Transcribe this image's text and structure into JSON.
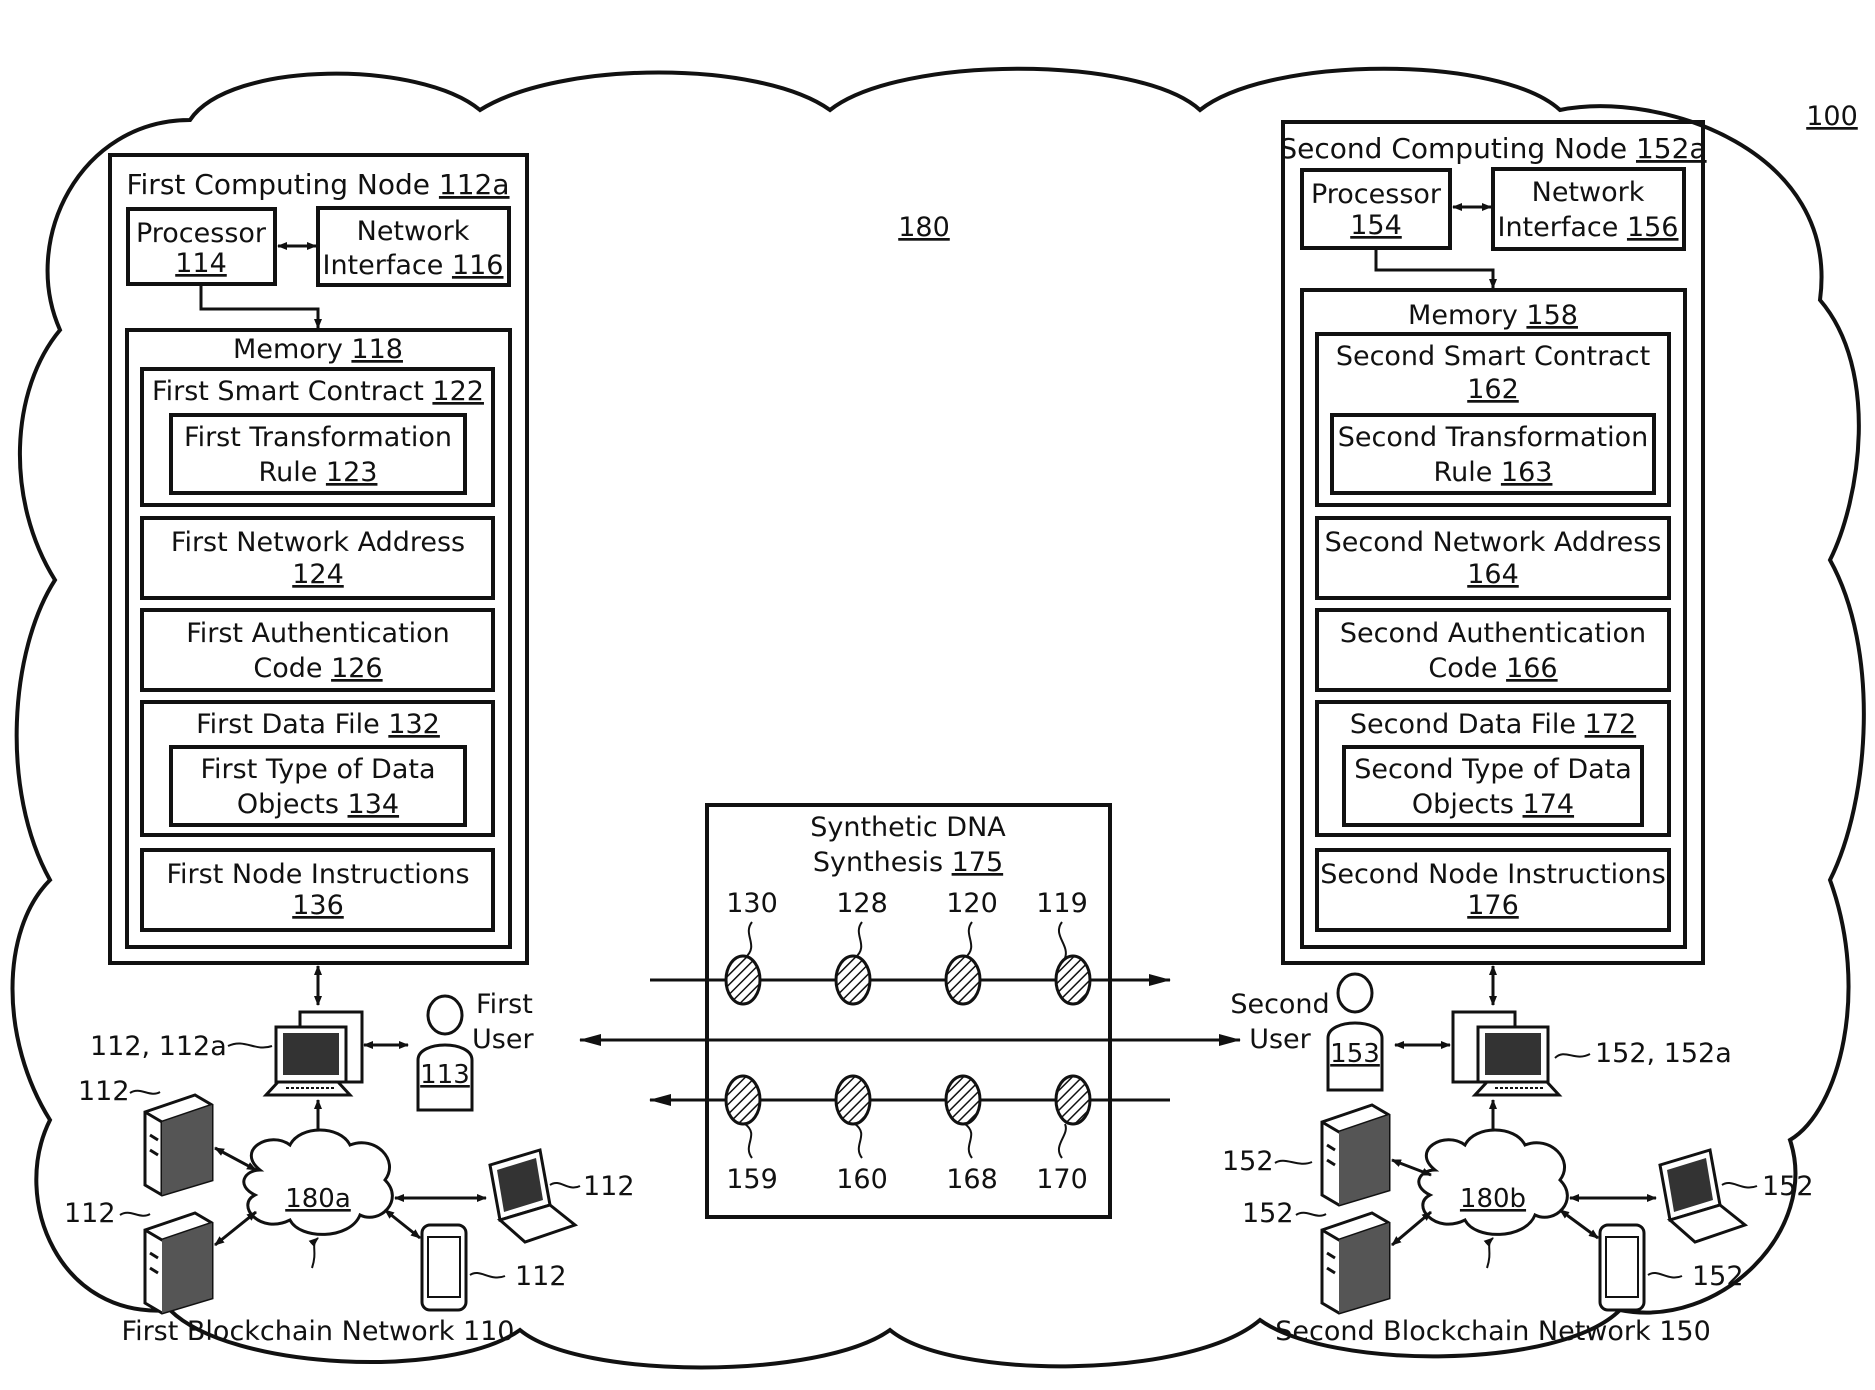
{
  "figure": {
    "ref": "100",
    "network_ref": "180"
  },
  "left": {
    "node_title": "First Computing Node ",
    "node_title_ref": "112a",
    "processor_label": "Processor",
    "processor_ref": "114",
    "netif_label": "Network",
    "netif_label2": "Interface ",
    "netif_ref": "116",
    "memory_label": "Memory ",
    "memory_ref": "118",
    "contract_label": "First Smart Contract ",
    "contract_ref": "122",
    "rule_label": "First Transformation",
    "rule_label2": "Rule ",
    "rule_ref": "123",
    "address_label": "First Network Address",
    "address_ref": "124",
    "auth_label": "First Authentication",
    "auth_label2": "Code ",
    "auth_ref": "126",
    "datafile_label": "First Data File ",
    "datafile_ref": "132",
    "dtype_label": "First Type of Data",
    "dtype_label2": "Objects ",
    "dtype_ref": "134",
    "instr_label": "First Node Instructions",
    "instr_ref": "136",
    "computer_label": "112, 112a",
    "device_ref": "112",
    "user_label": "First",
    "user_label2": "User",
    "user_ref": "113",
    "cloud_ref": "180a",
    "network_label": "First Blockchain Network 110"
  },
  "right": {
    "node_title": "Second Computing Node ",
    "node_title_ref": "152a",
    "processor_label": "Processor",
    "processor_ref": "154",
    "netif_label": "Network",
    "netif_label2": "Interface ",
    "netif_ref": "156",
    "memory_label": "Memory ",
    "memory_ref": "158",
    "contract_label": "Second Smart Contract",
    "contract_ref": "162",
    "rule_label": "Second Transformation",
    "rule_label2": "Rule ",
    "rule_ref": "163",
    "address_label": "Second Network Address",
    "address_ref": "164",
    "auth_label": "Second Authentication",
    "auth_label2": "Code ",
    "auth_ref": "166",
    "datafile_label": "Second Data File ",
    "datafile_ref": "172",
    "dtype_label": "Second Type of Data",
    "dtype_label2": "Objects ",
    "dtype_ref": "174",
    "instr_label": "Second Node Instructions",
    "instr_ref": "176",
    "computer_label": "152, 152a",
    "device_ref": "152",
    "user_label": "Second",
    "user_label2": "User",
    "user_ref": "153",
    "cloud_ref": "180b",
    "network_label": "Second Blockchain Network 150"
  },
  "dna": {
    "label": "Synthetic DNA",
    "label2": "Synthesis ",
    "ref": "175",
    "top_refs": [
      "130",
      "128",
      "120",
      "119"
    ],
    "bottom_refs": [
      "159",
      "160",
      "168",
      "170"
    ]
  }
}
